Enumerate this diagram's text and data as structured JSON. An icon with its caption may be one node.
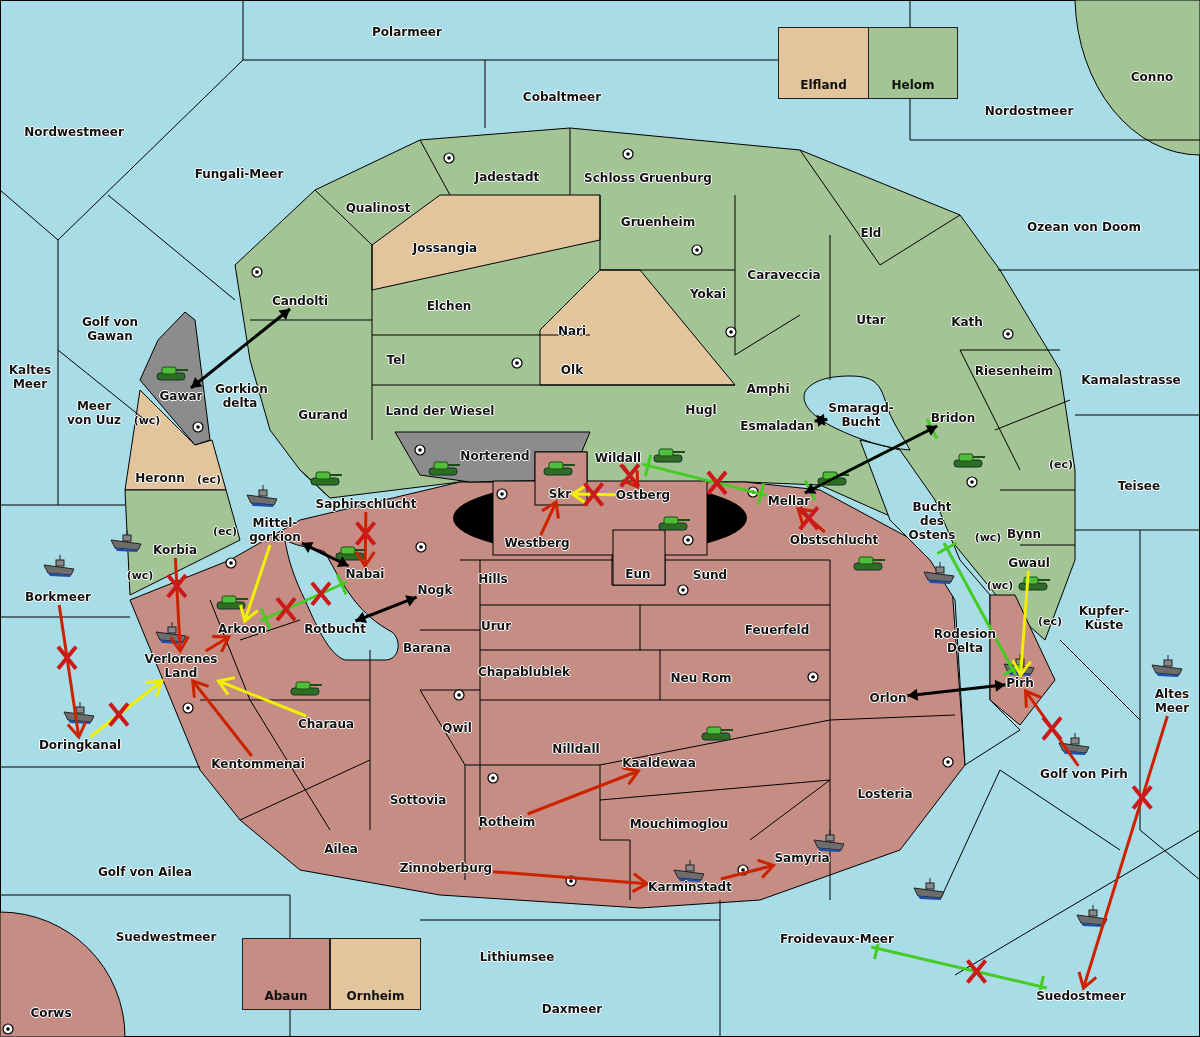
{
  "diagram": {
    "nodes": [
      {
        "text": [
          "Polarmeer"
        ]
      },
      {
        "text": [
          "Elfland"
        ]
      },
      {
        "text": [
          "Helom"
        ]
      },
      {
        "text": [
          "Conno"
        ]
      },
      {
        "text": [
          "Nordwestmeer"
        ]
      },
      {
        "text": [
          "Cobaltmeer"
        ]
      },
      {
        "text": [
          "Nordostmeer"
        ]
      },
      {
        "text": [
          "Fungali-Meer"
        ]
      },
      {
        "text": [
          "Jadestadt"
        ]
      },
      {
        "text": [
          "Schloss Gruenburg"
        ]
      },
      {
        "text": [
          "Qualinost"
        ]
      },
      {
        "text": [
          "Gruenheim"
        ]
      },
      {
        "text": [
          "Ozean von Doom"
        ]
      },
      {
        "text": [
          "Eld"
        ]
      },
      {
        "text": [
          "Jossangia"
        ]
      },
      {
        "text": [
          "Caraveccia"
        ]
      },
      {
        "text": [
          "Yokai"
        ]
      },
      {
        "text": [
          "Candolti"
        ]
      },
      {
        "text": [
          "Elchen"
        ]
      },
      {
        "text": [
          "Golf von Gawan"
        ]
      },
      {
        "text": [
          "Utar"
        ]
      },
      {
        "text": [
          "Kath"
        ]
      },
      {
        "text": [
          "Nari"
        ]
      },
      {
        "text": [
          "Tel"
        ]
      },
      {
        "text": [
          "Olk"
        ]
      },
      {
        "text": [
          "Kaltes Meer"
        ]
      },
      {
        "text": [
          "Riesenheim"
        ]
      },
      {
        "text": [
          "Kamalastrasse"
        ]
      },
      {
        "text": [
          "Amphi"
        ]
      },
      {
        "text": [
          "Gawar"
        ]
      },
      {
        "text": [
          "Gorkion delta"
        ]
      },
      {
        "text": [
          "Meer von Uuz"
        ]
      },
      {
        "text": [
          "Gurand"
        ]
      },
      {
        "text": [
          "Land der Wiesel"
        ]
      },
      {
        "text": [
          "Hugl"
        ]
      },
      {
        "text": [
          "Smaragd- Bucht"
        ]
      },
      {
        "text": [
          "Bridon"
        ]
      },
      {
        "text": [
          "Esmaladan"
        ]
      },
      {
        "text": [
          "Norterend"
        ]
      },
      {
        "text": [
          "Wildall"
        ]
      },
      {
        "text": [
          "Heronn"
        ]
      },
      {
        "text": [
          "Teisee"
        ]
      },
      {
        "text": [
          "Skr"
        ]
      },
      {
        "text": [
          "Ostberg"
        ]
      },
      {
        "text": [
          "Mellar"
        ]
      },
      {
        "text": [
          "Saphirschlucht"
        ]
      },
      {
        "text": [
          "Bucht des Ostens"
        ]
      },
      {
        "text": [
          "Mittel- gorkion"
        ]
      },
      {
        "text": [
          "Westberg"
        ]
      },
      {
        "text": [
          "Obstschlucht"
        ]
      },
      {
        "text": [
          "Bynn"
        ]
      },
      {
        "text": [
          "Korbia"
        ]
      },
      {
        "text": [
          "Nabai"
        ]
      },
      {
        "text": [
          "Gwaul"
        ]
      },
      {
        "text": [
          "Hills"
        ]
      },
      {
        "text": [
          "Eun"
        ]
      },
      {
        "text": [
          "Sund"
        ]
      },
      {
        "text": [
          "Nogk"
        ]
      },
      {
        "text": [
          "Borkmeer"
        ]
      },
      {
        "text": [
          "Kupfer- Küste"
        ]
      },
      {
        "text": [
          "Urur"
        ]
      },
      {
        "text": [
          "Feuerfeld"
        ]
      },
      {
        "text": [
          "Arkoon"
        ]
      },
      {
        "text": [
          "Rotbucht"
        ]
      },
      {
        "text": [
          "Rodesion Delta"
        ]
      },
      {
        "text": [
          "Barana"
        ]
      },
      {
        "text": [
          "Verlorenes Land"
        ]
      },
      {
        "text": [
          "Chapablublek"
        ]
      },
      {
        "text": [
          "Neu Rom"
        ]
      },
      {
        "text": [
          "Pirh"
        ]
      },
      {
        "text": [
          "Orlon"
        ]
      },
      {
        "text": [
          "Altes Meer"
        ]
      },
      {
        "text": [
          "Charaua"
        ]
      },
      {
        "text": [
          "Qwil"
        ]
      },
      {
        "text": [
          "Doringkanal"
        ]
      },
      {
        "text": [
          "Nilldall"
        ]
      },
      {
        "text": [
          "Kaaldewaa"
        ]
      },
      {
        "text": [
          "Kentommenai"
        ]
      },
      {
        "text": [
          "Golf von Pirh"
        ]
      },
      {
        "text": [
          "Losteria"
        ]
      },
      {
        "text": [
          "Sottovia"
        ]
      },
      {
        "text": [
          "Rotheim"
        ]
      },
      {
        "text": [
          "Mouchimoglou"
        ]
      },
      {
        "text": [
          "Ailea"
        ]
      },
      {
        "text": [
          "Samyria"
        ]
      },
      {
        "text": [
          "Zinnoberburg"
        ]
      },
      {
        "text": [
          "Golf von Ailea"
        ]
      },
      {
        "text": [
          "Karminstadt"
        ]
      },
      {
        "text": [
          "Suedwestmeer"
        ]
      },
      {
        "text": [
          "Froidevaux-Meer"
        ]
      },
      {
        "text": [
          "Abaun"
        ]
      },
      {
        "text": [
          "Ornheim"
        ]
      },
      {
        "text": [
          "Lithiumsee"
        ]
      },
      {
        "text": [
          "Daxmeer"
        ]
      },
      {
        "text": [
          "Suedostmeer"
        ]
      },
      {
        "text": [
          "Corws"
        ]
      }
    ],
    "edges": [
      {
        "from": 58,
        "to": 74,
        "arrow": "to"
      },
      {
        "from": 74,
        "to": 66,
        "arrow": "to",
        "color": "#f0f000"
      },
      {
        "from": 72,
        "to": 66,
        "arrow": "to",
        "color": "#f0f000"
      },
      {
        "from": 77,
        "to": 66,
        "arrow": "to"
      },
      {
        "from": 51,
        "to": 66,
        "arrow": "to"
      },
      {
        "from": 66,
        "to": 62,
        "arrow": "to"
      },
      {
        "from": 47,
        "to": 62,
        "arrow": "to",
        "color": "#f0f000"
      },
      {
        "from": 52,
        "to": 62,
        "arrow": "other",
        "color": "#44cc22"
      },
      {
        "from": 45,
        "to": 52,
        "arrow": "to"
      },
      {
        "from": 47,
        "to": 52,
        "arrow": "both",
        "color": "#000000"
      },
      {
        "from": 29,
        "to": 17,
        "arrow": "both",
        "color": "#000000"
      },
      {
        "from": 48,
        "to": 42,
        "arrow": "to"
      },
      {
        "from": 43,
        "to": 42,
        "arrow": "to",
        "color": "#f0f000"
      },
      {
        "from": 39,
        "to": 43,
        "arrow": "to"
      },
      {
        "from": 39,
        "to": 44,
        "arrow": "other",
        "color": "#44cc22"
      },
      {
        "from": 44,
        "to": 36,
        "arrow": "other",
        "color": "#44cc22"
      },
      {
        "from": 49,
        "to": 44,
        "arrow": "to"
      },
      {
        "from": 44,
        "to": 36,
        "arrow": "both",
        "color": "#000000"
      },
      {
        "from": 46,
        "to": 69,
        "arrow": "other",
        "color": "#44cc22"
      },
      {
        "from": 53,
        "to": 69,
        "arrow": "to",
        "color": "#f0f000"
      },
      {
        "from": 78,
        "to": 69,
        "arrow": "to"
      },
      {
        "from": 70,
        "to": 69,
        "arrow": "both",
        "color": "#000000"
      },
      {
        "from": 71,
        "to": 94,
        "arrow": "to"
      },
      {
        "from": 89,
        "to": 94,
        "arrow": "other",
        "color": "#44cc22"
      },
      {
        "from": 81,
        "to": 76,
        "arrow": "to"
      },
      {
        "from": 85,
        "to": 87,
        "arrow": "to"
      },
      {
        "from": 87,
        "to": 84,
        "arrow": "to"
      },
      {
        "from": 63,
        "to": 57,
        "arrow": "both",
        "color": "#000000"
      },
      {
        "from": 35,
        "to": 37,
        "arrow": "both",
        "color": "#000000"
      }
    ],
    "labels": [
      "(wc)",
      "(ec)",
      "(ec)",
      "(wc)",
      "(ec)",
      "(wc)",
      "(wc)",
      "(ec)"
    ]
  }
}
